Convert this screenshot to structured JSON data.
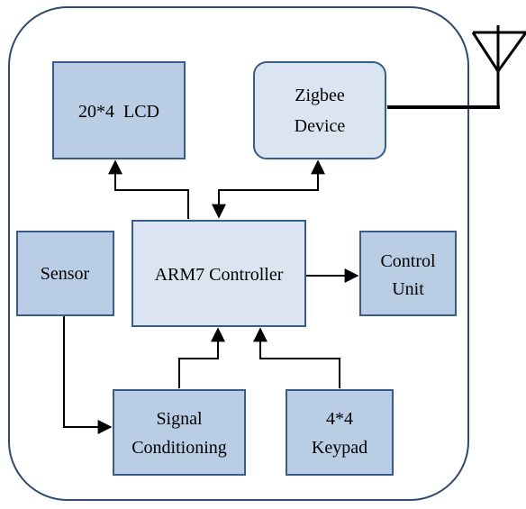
{
  "blocks": {
    "lcd": {
      "label": "20*4  LCD"
    },
    "zigbee": {
      "line1": "Zigbee",
      "line2": "Device"
    },
    "sensor": {
      "label": "Sensor"
    },
    "arm7": {
      "label": "ARM7 Controller"
    },
    "control_unit": {
      "line1": "Control",
      "line2": "Unit"
    },
    "signal_conditioning": {
      "line1": "Signal",
      "line2": "Conditioning"
    },
    "keypad": {
      "line1": "4*4",
      "line2": "Keypad"
    }
  },
  "colors": {
    "outer_fill": "#ffffff",
    "outer_stroke": "#2f4a6b",
    "block_fill": "#b9cde5",
    "controller_fill": "#dbe5f1",
    "zigbee_fill": "#dbe5f1",
    "block_stroke": "#385d8a",
    "line": "#000000"
  }
}
